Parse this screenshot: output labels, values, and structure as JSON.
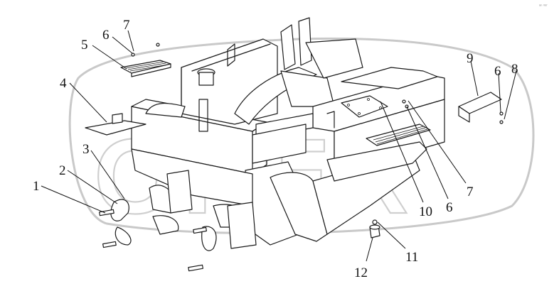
{
  "watermark": {
    "text": "OPEX"
  },
  "corner_mark": "ᵃⁿ ᵛᵉʳ",
  "callouts": [
    {
      "id": "c1",
      "label": "1"
    },
    {
      "id": "c2",
      "label": "2"
    },
    {
      "id": "c3",
      "label": "3"
    },
    {
      "id": "c4",
      "label": "4"
    },
    {
      "id": "c5",
      "label": "5"
    },
    {
      "id": "c6a",
      "label": "6"
    },
    {
      "id": "c7a",
      "label": "7"
    },
    {
      "id": "c9",
      "label": "9"
    },
    {
      "id": "c6b",
      "label": "6"
    },
    {
      "id": "c8",
      "label": "8"
    },
    {
      "id": "c7b",
      "label": "7"
    },
    {
      "id": "c10",
      "label": "10"
    },
    {
      "id": "c6c",
      "label": "6"
    },
    {
      "id": "c11",
      "label": "11"
    },
    {
      "id": "c12",
      "label": "12"
    }
  ]
}
